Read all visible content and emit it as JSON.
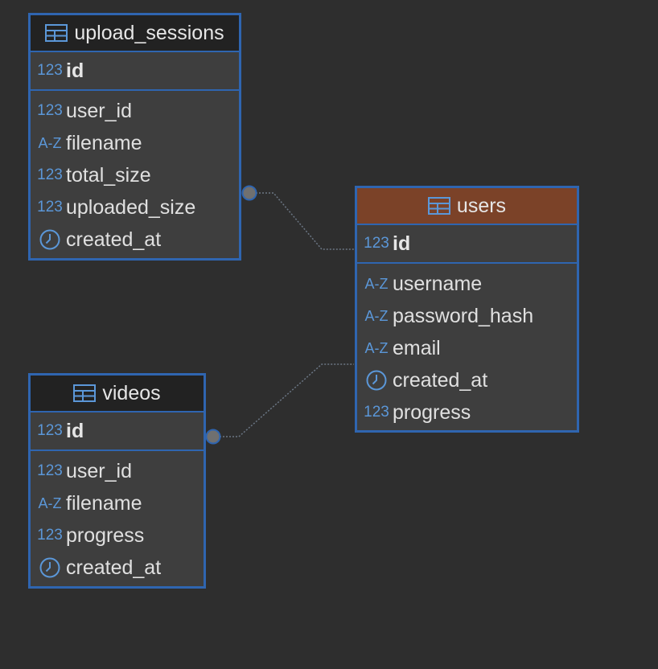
{
  "colors": {
    "background": "#2e2e2e",
    "border": "#2f65b0",
    "header_dark": "#222222",
    "header_accent": "#7b4228",
    "icon": "#5b97d8",
    "connector": "#6b7684"
  },
  "icons": {
    "table": "table-grid-icon",
    "numeric": "123",
    "text": "A-Z",
    "datetime": "clock-icon"
  },
  "tables": {
    "upload_sessions": {
      "name": "upload_sessions",
      "pk": {
        "type_label": "123",
        "name": "id"
      },
      "columns": [
        {
          "type_label": "123",
          "name": "user_id"
        },
        {
          "type_label": "A-Z",
          "name": "filename"
        },
        {
          "type_label": "123",
          "name": "total_size"
        },
        {
          "type_label": "123",
          "name": "uploaded_size"
        },
        {
          "type_label": "clock",
          "name": "created_at"
        }
      ]
    },
    "users": {
      "name": "users",
      "pk": {
        "type_label": "123",
        "name": "id"
      },
      "columns": [
        {
          "type_label": "A-Z",
          "name": "username"
        },
        {
          "type_label": "A-Z",
          "name": "password_hash"
        },
        {
          "type_label": "A-Z",
          "name": "email"
        },
        {
          "type_label": "clock",
          "name": "created_at"
        },
        {
          "type_label": "123",
          "name": "progress"
        }
      ]
    },
    "videos": {
      "name": "videos",
      "pk": {
        "type_label": "123",
        "name": "id"
      },
      "columns": [
        {
          "type_label": "123",
          "name": "user_id"
        },
        {
          "type_label": "A-Z",
          "name": "filename"
        },
        {
          "type_label": "123",
          "name": "progress"
        },
        {
          "type_label": "clock",
          "name": "created_at"
        }
      ]
    }
  },
  "relationships": [
    {
      "from": "upload_sessions",
      "to": "users"
    },
    {
      "from": "videos",
      "to": "users"
    }
  ]
}
